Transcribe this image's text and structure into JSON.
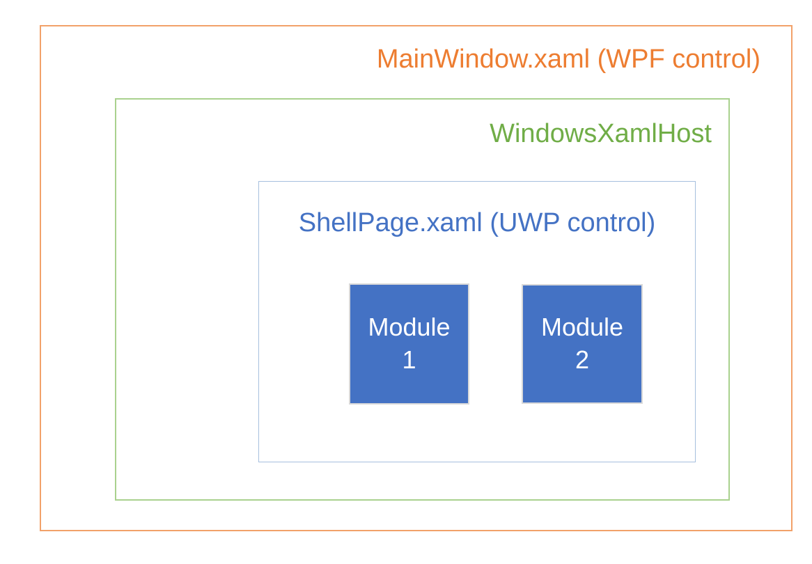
{
  "diagram": {
    "background_color": "#FFFFFF",
    "main_window": {
      "label": "MainWindow.xaml (WPF control)",
      "text_color": "#ED7D31",
      "border_color": "#F2A169"
    },
    "xaml_host": {
      "label": "WindowsXamlHost",
      "text_color": "#70AD47",
      "border_color": "#A9D18E"
    },
    "shell_page": {
      "label": "ShellPage.xaml (UWP control)",
      "text_color": "#4472C4",
      "border_color": "#A6BFDE"
    },
    "modules": [
      {
        "name": "Module",
        "number": "1",
        "fill_color": "#4472C4",
        "border_color": "#D9D9D9",
        "text_color": "#FFFFFF"
      },
      {
        "name": "Module",
        "number": "2",
        "fill_color": "#4472C4",
        "border_color": "#D9D9D9",
        "text_color": "#FFFFFF"
      }
    ]
  }
}
